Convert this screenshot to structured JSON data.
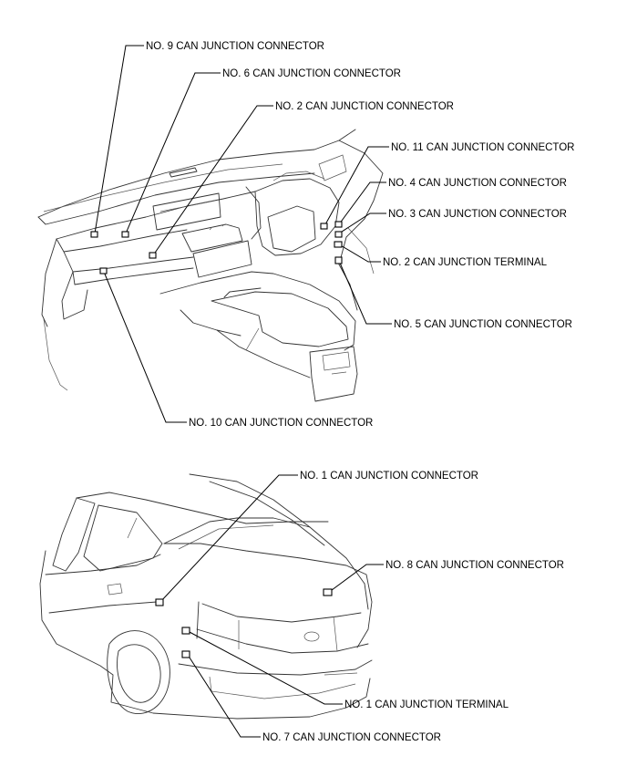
{
  "labels": {
    "no9": "NO. 9 CAN JUNCTION CONNECTOR",
    "no6": "NO. 6 CAN JUNCTION CONNECTOR",
    "no2": "NO. 2 CAN JUNCTION CONNECTOR",
    "no11": "NO. 11 CAN JUNCTION CONNECTOR",
    "no4": "NO. 4 CAN JUNCTION CONNECTOR",
    "no3": "NO. 3 CAN JUNCTION CONNECTOR",
    "no2_terminal": "NO. 2 CAN JUNCTION TERMINAL",
    "no5": "NO. 5 CAN JUNCTION CONNECTOR",
    "no10": "NO. 10 CAN JUNCTION CONNECTOR",
    "no1": "NO. 1 CAN JUNCTION CONNECTOR",
    "no8": "NO. 8 CAN JUNCTION CONNECTOR",
    "no1_terminal": "NO. 1 CAN JUNCTION TERMINAL",
    "no7": "NO. 7 CAN JUNCTION CONNECTOR"
  }
}
